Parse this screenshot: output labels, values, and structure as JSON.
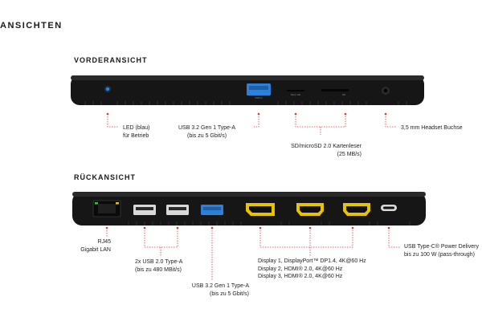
{
  "headings": {
    "main": "ANSICHTEN",
    "front": "VORDERANSICHT",
    "back": "RÜCKANSICHT"
  },
  "front_device": {
    "usb_port_label": "USB 3.2",
    "sd_slot_label": "Micro SD",
    "sd_card_label": "SD"
  },
  "front_labels": {
    "led": [
      "LED (blau)",
      "für Betrieb"
    ],
    "usb_a": [
      "USB 3.2 Gen 1 Type-A",
      "(bis zu 5 Gbit/s)"
    ],
    "card_reader": [
      "SD/microSD 2.0 Kartenleser",
      "(25 MB/s)"
    ],
    "headset": [
      "3,5 mm Headset Buchse"
    ]
  },
  "back_labels": {
    "rj45": [
      "RJ45",
      "Gigabit LAN"
    ],
    "usb2": [
      "2x USB 2.0 Type-A",
      "(bis zu 480 MBit/s)"
    ],
    "usb3": [
      "USB 3.2 Gen 1 Type-A",
      "(bis zu 5 Gbit/s)"
    ],
    "displays": [
      "Display 1, DisplayPort™ DP1.4, 4K@60 Hz",
      "Display 2, HDMI® 2.0, 4K@60 Hz",
      "Display 3, HDMI® 2.0, 4K@60 Hz"
    ],
    "usbc": [
      "USB Type-C® Power Delivery",
      "bis zu 100 W (pass-through)"
    ]
  },
  "colors": {
    "device_body": "#161616",
    "usb3_blue": "#2f7fd6",
    "port_yellow": "#e8c400",
    "leader_red": "#e03a3a"
  }
}
